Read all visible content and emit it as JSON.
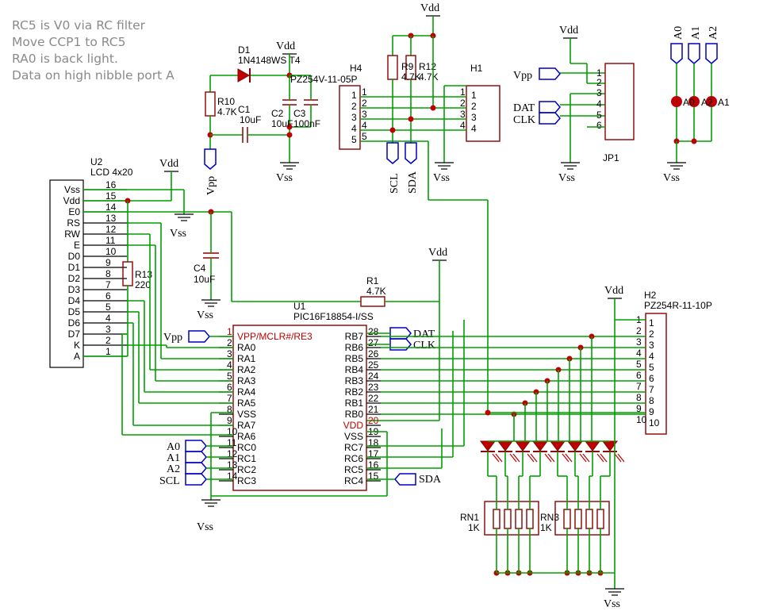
{
  "notes": {
    "line1": "RC5 is V0 via RC filter",
    "line2": "Move CCP1 to RC5",
    "line3": "RA0 is back light.",
    "line4": "Data on high nibble port A"
  },
  "power": {
    "vdd": "Vdd",
    "vss": "Vss"
  },
  "d1": {
    "ref": "D1",
    "value": "1N4148WS T4"
  },
  "r10": {
    "ref": "R10",
    "value": "4.7K"
  },
  "c1": {
    "ref": "C1",
    "value": "10uF"
  },
  "c2": {
    "ref": "C2",
    "value": "10uF"
  },
  "c3": {
    "ref": "C3",
    "value": "100nF"
  },
  "c3_part": "PZ254V-11-05P",
  "c4": {
    "ref": "C4",
    "value": "10uF"
  },
  "r1": {
    "ref": "R1",
    "value": "4.7K"
  },
  "r9": {
    "ref": "R9",
    "value": "4.7K"
  },
  "r12": {
    "ref": "R12",
    "value": "4.7K"
  },
  "r13": {
    "ref": "R13",
    "value": "220"
  },
  "h4": {
    "ref": "H4",
    "pins": [
      "1",
      "2",
      "3",
      "4",
      "5"
    ]
  },
  "h1": {
    "ref": "H1",
    "pins": [
      "1",
      "2",
      "3",
      "4"
    ]
  },
  "h2": {
    "ref": "H2",
    "part": "PZ254R-11-10P",
    "pins": [
      "1",
      "2",
      "3",
      "4",
      "5",
      "6",
      "7",
      "8",
      "9",
      "10"
    ]
  },
  "jp1": {
    "ref": "JP1",
    "pins": [
      "1",
      "2",
      "3",
      "4",
      "5",
      "6"
    ]
  },
  "rn1": {
    "ref": "RN1",
    "value": "1K"
  },
  "rn3": {
    "ref": "RN3",
    "value": "1K"
  },
  "address": {
    "labels": [
      "A0",
      "A1",
      "A2"
    ],
    "jumpers": [
      "A0",
      "A2",
      "A1"
    ]
  },
  "nets": {
    "vpp": "Vpp",
    "dat": "DAT",
    "clk": "CLK",
    "scl": "SCL",
    "sda": "SDA",
    "a0": "A0",
    "a1": "A1",
    "a2": "A2"
  },
  "lcd": {
    "ref": "U2",
    "name": "LCD 4x20",
    "pins": [
      {
        "name": "Vss",
        "num": "16"
      },
      {
        "name": "Vdd",
        "num": "15"
      },
      {
        "name": "E0",
        "num": "14"
      },
      {
        "name": "RS",
        "num": "13"
      },
      {
        "name": "RW",
        "num": "12"
      },
      {
        "name": "E",
        "num": "11"
      },
      {
        "name": "D0",
        "num": "10"
      },
      {
        "name": "D1",
        "num": "9"
      },
      {
        "name": "D2",
        "num": "8"
      },
      {
        "name": "D3",
        "num": "7"
      },
      {
        "name": "D4",
        "num": "6"
      },
      {
        "name": "D5",
        "num": "5"
      },
      {
        "name": "D6",
        "num": "4"
      },
      {
        "name": "D7",
        "num": "3"
      },
      {
        "name": "K",
        "num": "2"
      },
      {
        "name": "A",
        "num": "1"
      }
    ]
  },
  "mcu": {
    "ref": "U1",
    "part": "PIC16F18854-I/SS",
    "left_pins": [
      {
        "num": "1",
        "name": "VPP/MCLR#/RE3"
      },
      {
        "num": "2",
        "name": "RA0"
      },
      {
        "num": "3",
        "name": "RA1"
      },
      {
        "num": "4",
        "name": "RA2"
      },
      {
        "num": "5",
        "name": "RA3"
      },
      {
        "num": "6",
        "name": "RA4"
      },
      {
        "num": "7",
        "name": "RA5"
      },
      {
        "num": "8",
        "name": "VSS"
      },
      {
        "num": "9",
        "name": "RA7"
      },
      {
        "num": "10",
        "name": "RA6"
      },
      {
        "num": "11",
        "name": "RC0"
      },
      {
        "num": "12",
        "name": "RC1"
      },
      {
        "num": "13",
        "name": "RC2"
      },
      {
        "num": "14",
        "name": "RC3"
      }
    ],
    "right_pins": [
      {
        "num": "28",
        "name": "RB7"
      },
      {
        "num": "27",
        "name": "RB6"
      },
      {
        "num": "26",
        "name": "RB5"
      },
      {
        "num": "25",
        "name": "RB4"
      },
      {
        "num": "24",
        "name": "RB3"
      },
      {
        "num": "23",
        "name": "RB2"
      },
      {
        "num": "22",
        "name": "RB1"
      },
      {
        "num": "21",
        "name": "RB0"
      },
      {
        "num": "20",
        "name": "VDD"
      },
      {
        "num": "19",
        "name": "VSS"
      },
      {
        "num": "18",
        "name": "RC7"
      },
      {
        "num": "17",
        "name": "RC6"
      },
      {
        "num": "16",
        "name": "RC5"
      },
      {
        "num": "15",
        "name": "RC4"
      }
    ]
  }
}
